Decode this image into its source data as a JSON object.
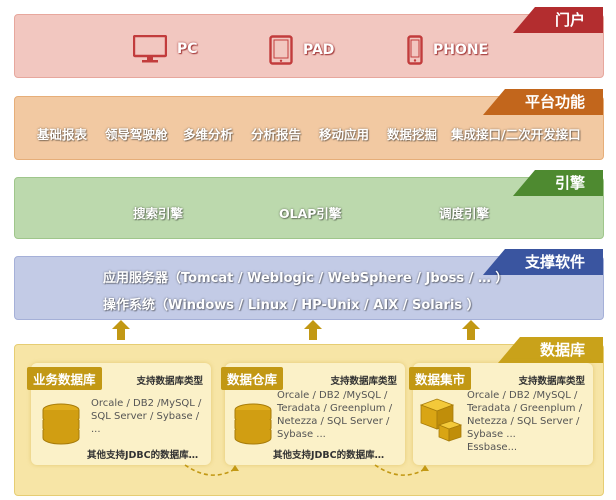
{
  "layers": {
    "portal": {
      "title": "门户",
      "devices": [
        "PC",
        "PAD",
        "PHONE"
      ]
    },
    "platform": {
      "title": "平台功能",
      "items": [
        "基础报表",
        "领导驾驶舱",
        "多维分析",
        "分析报告",
        "移动应用",
        "数据挖掘",
        "集成接口/二次开发接口"
      ]
    },
    "engine": {
      "title": "引擎",
      "items": [
        "搜索引擎",
        "OLAP引擎",
        "调度引擎"
      ]
    },
    "support": {
      "title": "支撑软件",
      "lines": [
        "应用服务器（Tomcat / Weblogic / WebSphere / Jboss / … ）",
        "操作系统（Windows / Linux / HP-Unix / AIX / Solaris ）"
      ]
    },
    "database": {
      "title": "数据库",
      "cards": [
        {
          "title": "业务数据库",
          "subtitle": "支持数据库类型",
          "lines": [
            "Orcale / DB2 /MySQL /",
            "SQL Server / Sybase / ..."
          ],
          "footer": "其他支持JDBC的数据库…"
        },
        {
          "title": "数据仓库",
          "subtitle": "支持数据库类型",
          "lines": [
            "Orcale / DB2 /MySQL /",
            "Teradata / Greenplum /",
            "Netezza / SQL Server /",
            "Sybase ..."
          ],
          "footer": "其他支持JDBC的数据库…"
        },
        {
          "title": "数据集市",
          "subtitle": "支持数据库类型",
          "lines": [
            "Orcale / DB2 /MySQL /",
            "Teradata / Greenplum /",
            "Netezza / SQL Server /",
            "Sybase ...",
            "Essbase..."
          ],
          "footer": ""
        }
      ]
    }
  },
  "colors": {
    "portal": "#b32d2f",
    "platform": "#c2661c",
    "engine": "#4e8a30",
    "support": "#3a55a0",
    "database": "#c9a21a"
  }
}
